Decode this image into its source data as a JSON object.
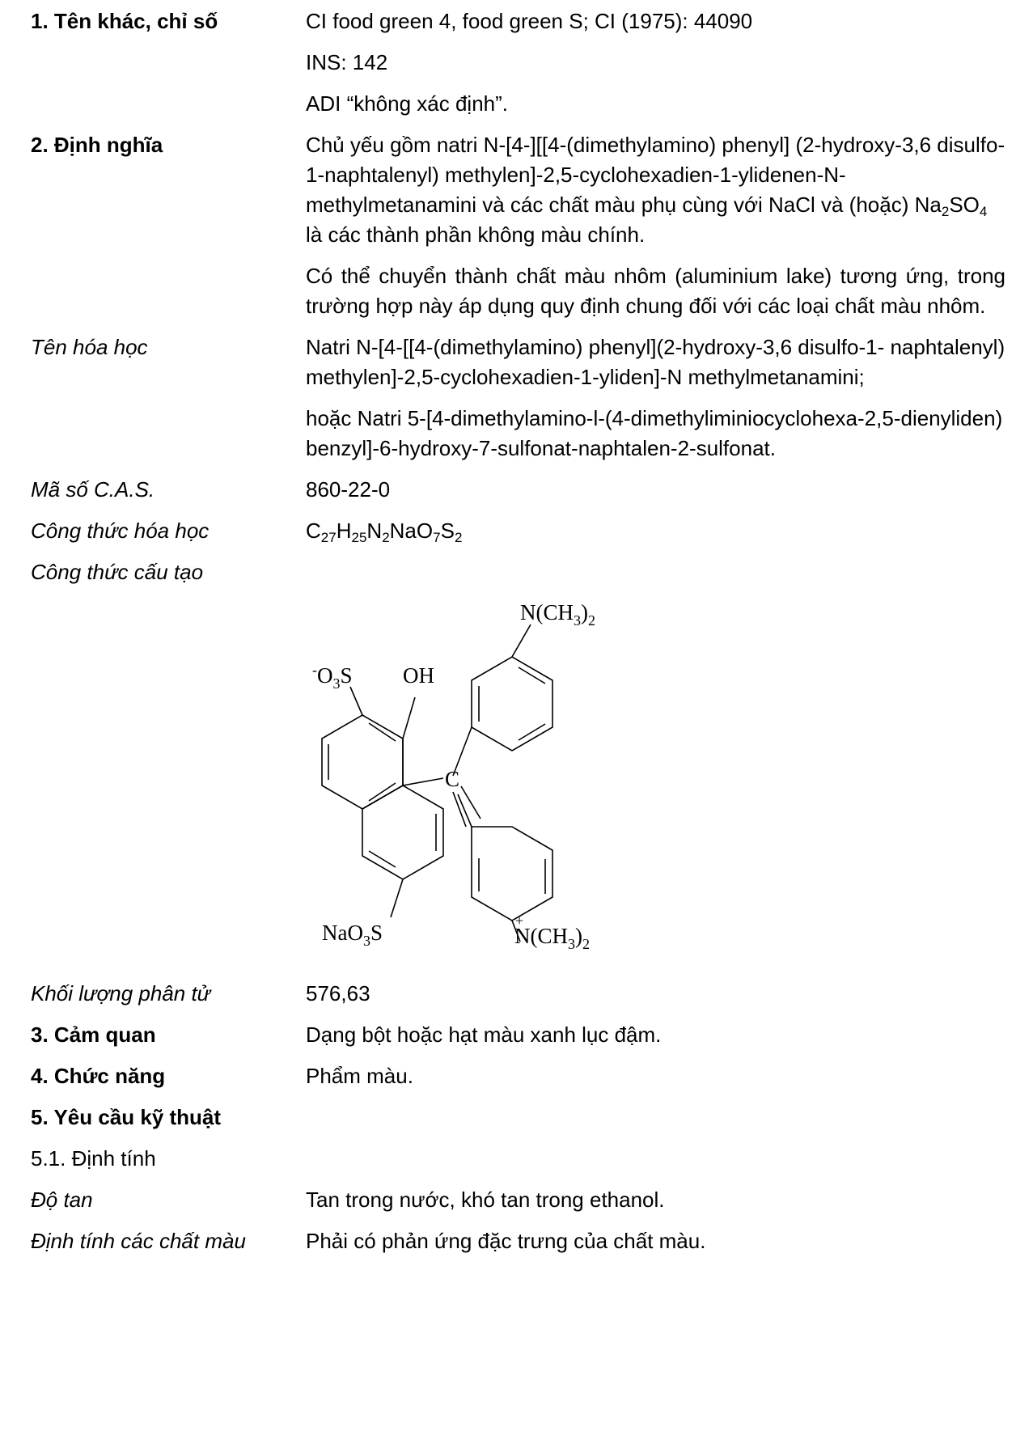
{
  "sections": {
    "other_names": {
      "label": "1. Tên khác, chỉ số",
      "lines": [
        "CI food green 4, food green S; CI (1975): 44090",
        "INS: 142",
        "ADI “không xác định”."
      ]
    },
    "definition": {
      "label": "2. Định nghĩa",
      "p1_a": "Chủ yếu gồm natri N-[4-][[4-(dimethylamino) phenyl] (2-hydroxy-3,6 disulfo-1-naphtalenyl) methylen]-2,5-cyclohexadien-1-ylidenen-N-methylmetanamini và các chất màu phụ cùng với NaCl và (hoặc) Na",
      "p1_sub1": "2",
      "p1_b": "SO",
      "p1_sub2": "4",
      "p1_c": " là các thành phần không màu chính.",
      "p2": "Có thể chuyển thành chất màu nhôm (aluminium lake) tương ứng, trong trường hợp này áp dụng quy định chung đối với các loại chất màu nhôm."
    },
    "chemical_name": {
      "label": "Tên hóa học",
      "p1": "Natri N-[4-[[4-(dimethylamino) phenyl](2-hydroxy-3,6 disulfo-1- naphtalenyl) methylen]-2,5-cyclohexadien-1-yliden]-N methylmetanamini;",
      "p2": "hoặc Natri 5-[4-dimethylamino-l-(4-dimethyliminiocyclohexa-2,5-dienyliden) benzyl]-6-hydroxy-7-sulfonat-naphtalen-2-sulfonat."
    },
    "cas": {
      "label": "Mã số C.A.S.",
      "value": "860-22-0"
    },
    "formula": {
      "label": "Công thức hóa học",
      "parts": [
        {
          "t": "C"
        },
        {
          "s": "27"
        },
        {
          "t": "H"
        },
        {
          "s": "25"
        },
        {
          "t": "N"
        },
        {
          "s": "2"
        },
        {
          "t": "NaO"
        },
        {
          "s": "7"
        },
        {
          "t": "S"
        },
        {
          "s": "2"
        }
      ]
    },
    "structure": {
      "label": "Công thức cấu tạo",
      "top_group": "N(CH",
      "top_sub": "3",
      "top_end": ")",
      "top_sub2": "2",
      "so3_minus": "-",
      "so3_a": "O",
      "so3_sub": "3",
      "so3_b": "S",
      "oh": "OH",
      "carbon": "C",
      "naso3_a": "NaO",
      "naso3_sub": "3",
      "naso3_b": "S",
      "plus": "+",
      "bottom_group": "N(CH",
      "bottom_sub": "3",
      "bottom_end": ")",
      "bottom_sub2": "2"
    },
    "molar_mass": {
      "label": "Khối lượng phân tử",
      "value": "576,63"
    },
    "appearance": {
      "label": "3. Cảm quan",
      "value": "Dạng bột hoặc hạt màu xanh lục đậm."
    },
    "function": {
      "label": "4. Chức năng",
      "value": "Phẩm màu."
    },
    "requirements": {
      "label": "5. Yêu cầu kỹ thuật"
    },
    "identification": {
      "label": "5.1. Định tính"
    },
    "solubility": {
      "label": "Độ tan",
      "value": "Tan trong nước, khó tan trong ethanol."
    },
    "color_test": {
      "label": "Định tính các chất màu",
      "value": "Phải có phản ứng đặc trưng của chất màu."
    }
  }
}
